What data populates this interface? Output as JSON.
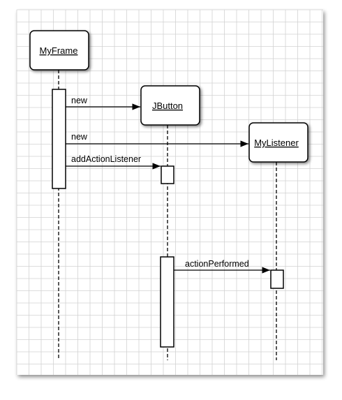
{
  "diagram": {
    "participants": [
      {
        "id": "myframe",
        "name": "MyFrame"
      },
      {
        "id": "jbutton",
        "name": "JButton"
      },
      {
        "id": "mylistener",
        "name": "MyListener"
      }
    ],
    "messages": [
      {
        "from": "myframe",
        "to": "jbutton",
        "label": "new"
      },
      {
        "from": "myframe",
        "to": "mylistener",
        "label": "new"
      },
      {
        "from": "myframe",
        "to": "jbutton",
        "label": "addActionListener"
      },
      {
        "from": "jbutton",
        "to": "mylistener",
        "label": "actionPerformed"
      }
    ]
  },
  "colors": {
    "paper": "#ffffff",
    "grid": "#d2d2d2",
    "ink": "#000000"
  }
}
